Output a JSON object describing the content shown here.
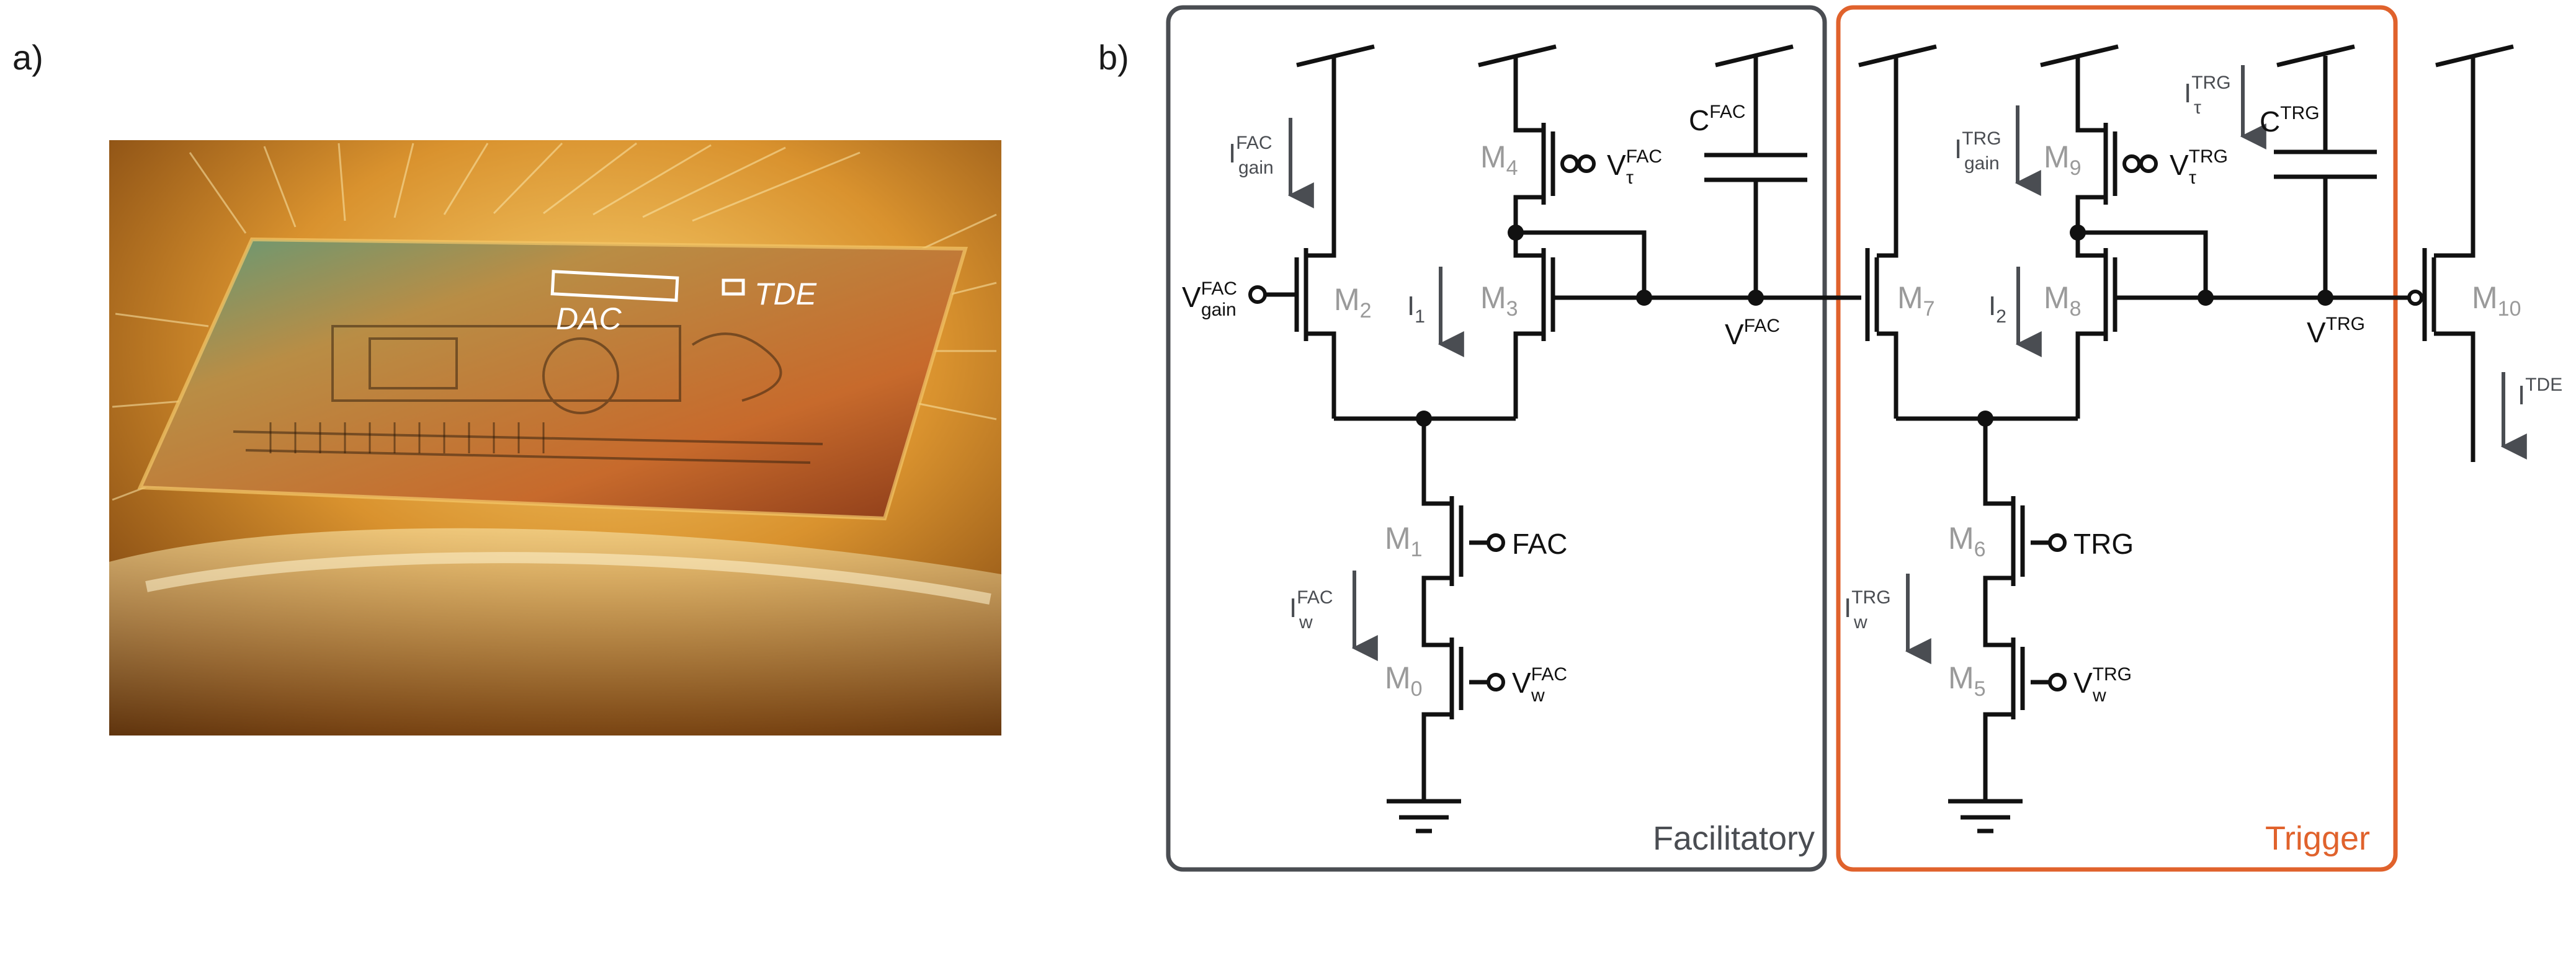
{
  "panels": {
    "a": "a)",
    "b": "b)"
  },
  "photo": {
    "dac_label": "DAC",
    "tde_label": "TDE"
  },
  "blocks": {
    "facilitatory": {
      "label": "Facilitatory",
      "color": "#4a4d52"
    },
    "trigger": {
      "label": "Trigger",
      "color": "#e0622c"
    }
  },
  "transistors": {
    "m0": "M",
    "m0_sub": "0",
    "m1": "M",
    "m1_sub": "1",
    "m2": "M",
    "m2_sub": "2",
    "m3": "M",
    "m3_sub": "3",
    "m4": "M",
    "m4_sub": "4",
    "m5": "M",
    "m5_sub": "5",
    "m6": "M",
    "m6_sub": "6",
    "m7": "M",
    "m7_sub": "7",
    "m8": "M",
    "m8_sub": "8",
    "m9": "M",
    "m9_sub": "9",
    "m10": "M",
    "m10_sub": "10"
  },
  "signals": {
    "v_gain_fac": {
      "base": "V",
      "sup": "FAC",
      "sub": "gain"
    },
    "v_tau_fac": {
      "base": "V",
      "sup": "FAC",
      "sub": "τ"
    },
    "v_w_fac": {
      "base": "V",
      "sup": "FAC",
      "sub": "w"
    },
    "fac_in": "FAC",
    "c_fac": {
      "base": "C",
      "sup": "FAC"
    },
    "v_fac": {
      "base": "V",
      "sup": "FAC"
    },
    "v_tau_trg": {
      "base": "V",
      "sup": "TRG",
      "sub": "τ"
    },
    "v_w_trg": {
      "base": "V",
      "sup": "TRG",
      "sub": "w"
    },
    "trg_in": "TRG",
    "c_trg": {
      "base": "C",
      "sup": "TRG"
    },
    "v_trg": {
      "base": "V",
      "sup": "TRG"
    }
  },
  "currents": {
    "i_gain_fac": {
      "base": "I",
      "sup": "FAC",
      "sub": "gain"
    },
    "i_1": {
      "base": "I",
      "sub": "1"
    },
    "i_w_fac": {
      "base": "I",
      "sup": "FAC",
      "sub": "w"
    },
    "i_gain_trg": {
      "base": "I",
      "sup": "TRG",
      "sub": "gain"
    },
    "i_tau_trg": {
      "base": "I",
      "sup": "TRG",
      "sub": "τ"
    },
    "i_2": {
      "base": "I",
      "sub": "2"
    },
    "i_w_trg": {
      "base": "I",
      "sup": "TRG",
      "sub": "w"
    },
    "i_tde": {
      "base": "I",
      "sup": "TDE"
    }
  },
  "colors": {
    "wire": "#111111",
    "device_label": "#9a9a9a",
    "arrow": "#4a4d52"
  }
}
